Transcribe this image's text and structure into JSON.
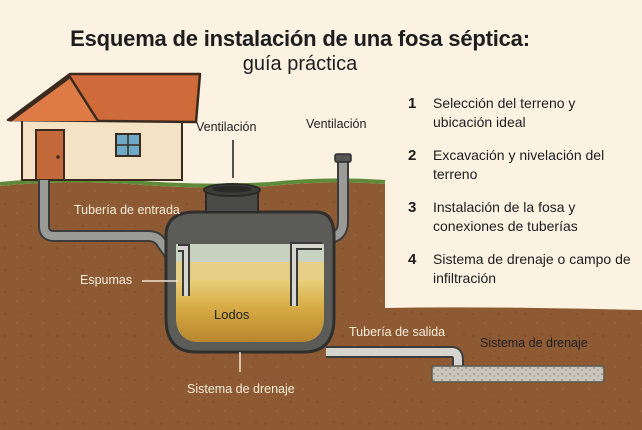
{
  "title": {
    "line1": "Esquema de instalación de una fosa séptica:",
    "line2": "guía práctica"
  },
  "steps": [
    {
      "number": "1",
      "text": "Selección del terreno y ubicación ideal"
    },
    {
      "number": "2",
      "text": "Excavación y nivelación del terreno"
    },
    {
      "number": "3",
      "text": "Instalación de la fosa y conexiones de tuberías"
    },
    {
      "number": "4",
      "text": "Sistema de drenaje o campo de infiltración"
    }
  ],
  "labels": {
    "vent_left": "Ventilación",
    "vent_right": "Ventilación",
    "inlet_pipe": "Tubería de entrada",
    "scum": "Espumas",
    "sludge": "Lodos",
    "outlet_pipe": "Tubería de salida",
    "drain_right": "Sistema de drenaje",
    "drain_bottom": "Sistema de drenaje"
  },
  "colors": {
    "soil": "#8e5a34",
    "background": "#fbf2e2",
    "roof": "#cf6a3a",
    "tank": "#5b5b58",
    "sludge": "#d8ae45"
  }
}
